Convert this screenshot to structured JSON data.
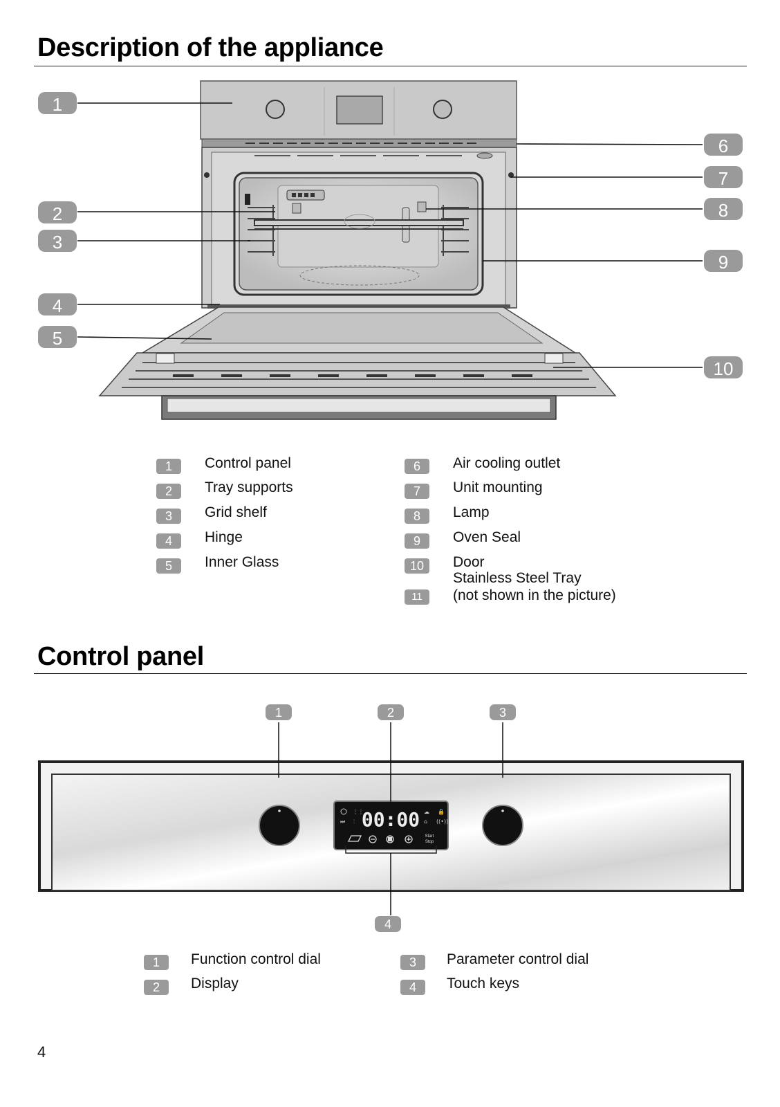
{
  "section1": {
    "title": "Description of the appliance",
    "callouts": [
      "1",
      "2",
      "3",
      "4",
      "5",
      "6",
      "7",
      "8",
      "9",
      "10"
    ],
    "legend_left": [
      {
        "num": "1",
        "label": "Control panel"
      },
      {
        "num": "2",
        "label": "Tray supports"
      },
      {
        "num": "3",
        "label": "Grid shelf"
      },
      {
        "num": "4",
        "label": "Hinge"
      },
      {
        "num": "5",
        "label": "Inner Glass"
      }
    ],
    "legend_right": [
      {
        "num": "6",
        "label": "Air cooling outlet"
      },
      {
        "num": "7",
        "label": "Unit mounting"
      },
      {
        "num": "8",
        "label": "Lamp"
      },
      {
        "num": "9",
        "label": "Oven Seal"
      },
      {
        "num": "10",
        "label": "Door"
      },
      {
        "num": "11",
        "label": "Stainless Steel Tray",
        "label2": "(not shown in the picture)"
      }
    ]
  },
  "section2": {
    "title": "Control panel",
    "callouts": [
      "1",
      "2",
      "3",
      "4"
    ],
    "display_time": "00:00",
    "start_stop": [
      "Start",
      "Stop"
    ],
    "legend_left": [
      {
        "num": "1",
        "label": "Function control dial"
      },
      {
        "num": "2",
        "label": "Display"
      }
    ],
    "legend_right": [
      {
        "num": "3",
        "label": "Parameter control dial"
      },
      {
        "num": "4",
        "label": "Touch keys"
      }
    ]
  },
  "page_number": "4",
  "colors": {
    "badge": "#9a9a9a",
    "text": "#111111",
    "line": "#222222"
  }
}
